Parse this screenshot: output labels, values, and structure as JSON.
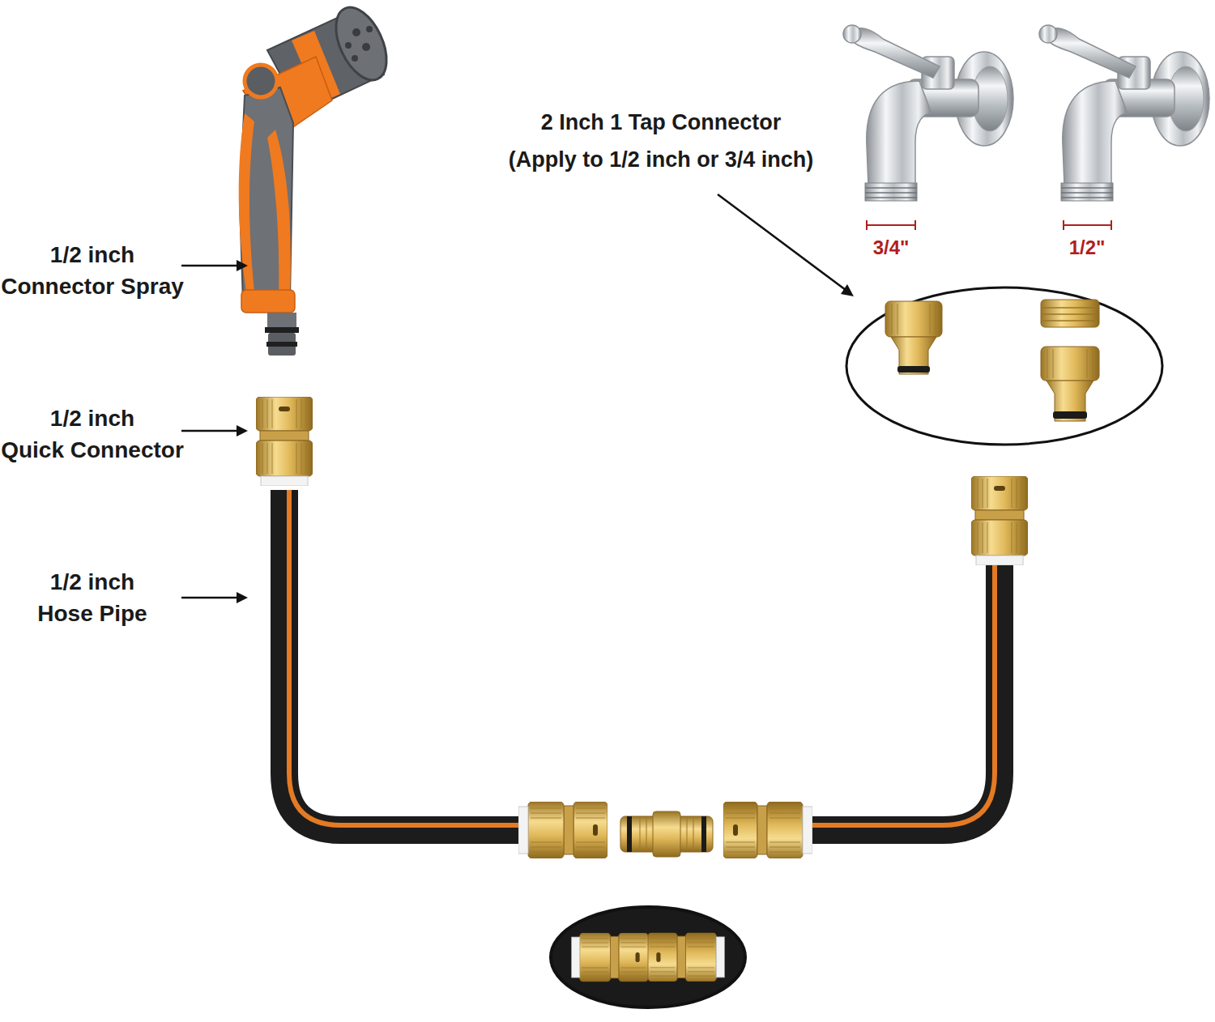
{
  "diagram": {
    "labels": [
      "1/2 inch Connector Spray",
      "1/2 inch Quick Connector",
      "1/2 inch Hose Pipe",
      "2 Inch 1 Tap Connector (Apply to 1/2 inch or 3/4 inch)",
      "3/4\"",
      "1/2\""
    ]
  }
}
